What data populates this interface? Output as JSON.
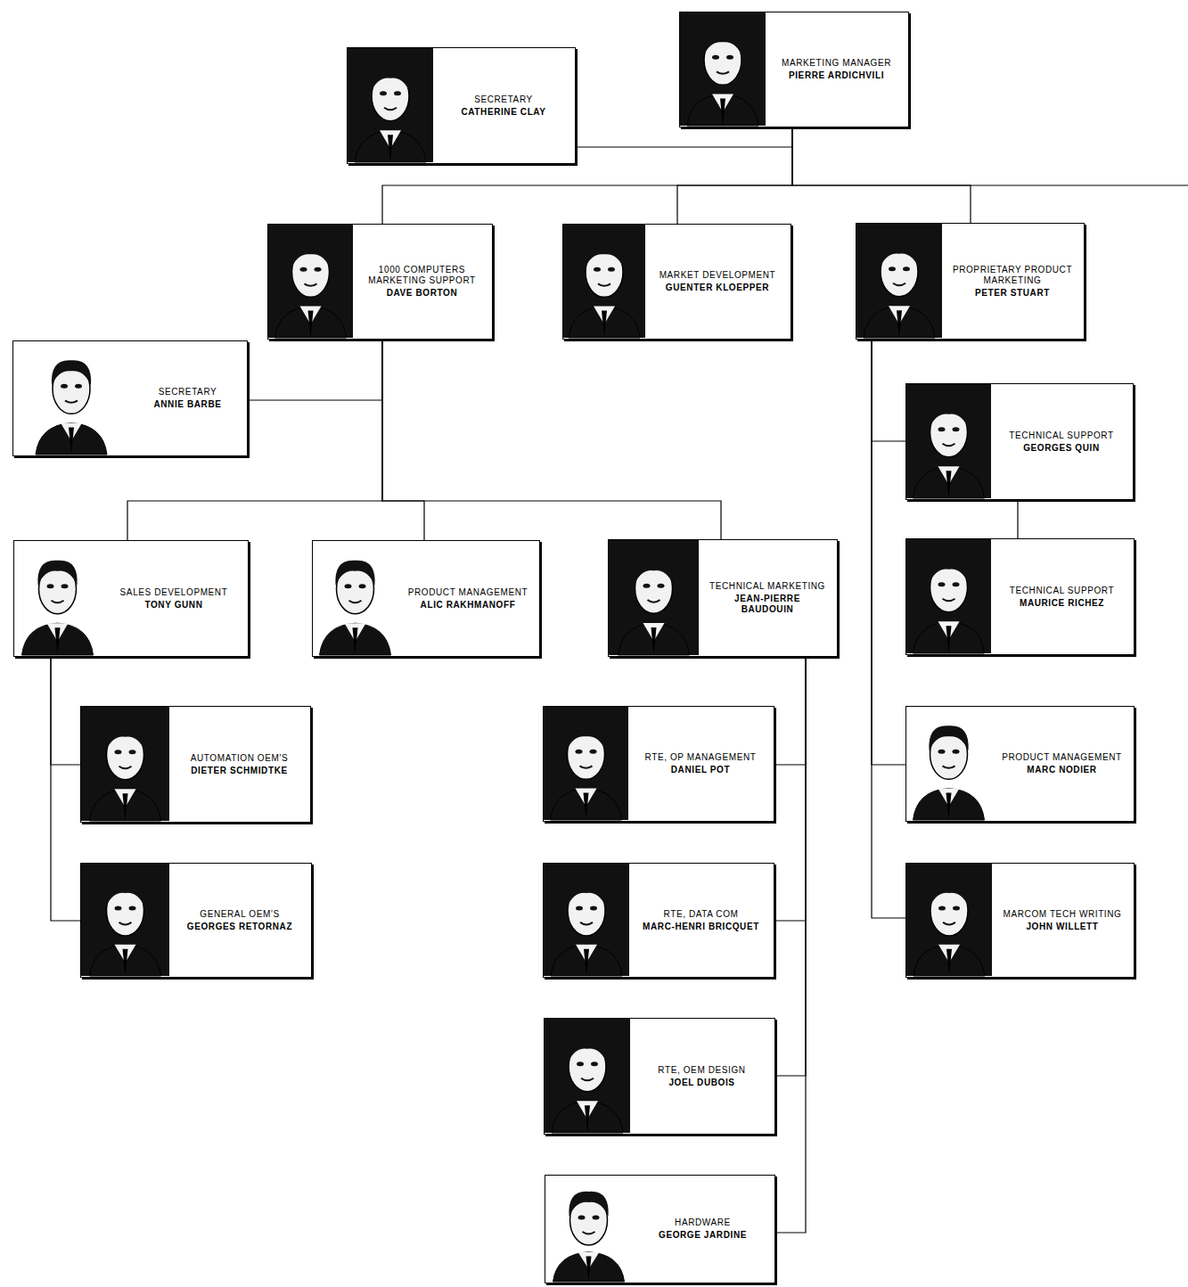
{
  "diagram": {
    "nodes": [
      {
        "text": [
          "MARKETING MANAGER",
          "PIERRE ARDICHVILI"
        ]
      },
      {
        "text": [
          "SECRETARY",
          "CATHERINE CLAY"
        ]
      },
      {
        "text": [
          "1000 COMPUTERS MARKETING SUPPORT",
          "DAVE BORTON"
        ]
      },
      {
        "text": [
          "MARKET DEVELOPMENT",
          "GUENTER KLOEPPER"
        ]
      },
      {
        "text": [
          "PROPRIETARY PRODUCT MARKETING",
          "PETER STUART"
        ]
      },
      {
        "text": [
          "SECRETARY",
          "ANNIE BARBE"
        ]
      },
      {
        "text": [
          "TECHNICAL SUPPORT",
          "GEORGES QUIN"
        ]
      },
      {
        "text": [
          "SALES DEVELOPMENT",
          "TONY GUNN"
        ]
      },
      {
        "text": [
          "PRODUCT MANAGEMENT",
          "ALIC RAKHMANOFF"
        ]
      },
      {
        "text": [
          "TECHNICAL MARKETING",
          "JEAN-PIERRE BAUDOUIN"
        ]
      },
      {
        "text": [
          "TECHNICAL SUPPORT",
          "MAURICE RICHEZ"
        ]
      },
      {
        "text": [
          "AUTOMATION OEM'S",
          "DIETER SCHMIDTKE"
        ]
      },
      {
        "text": [
          "RTE, OP MANAGEMENT",
          "DANIEL POT"
        ]
      },
      {
        "text": [
          "PRODUCT MANAGEMENT",
          "MARC NODIER"
        ]
      },
      {
        "text": [
          "GENERAL OEM'S",
          "GEORGES RETORNAZ"
        ]
      },
      {
        "text": [
          "RTE, DATA COM",
          "MARC-HENRI BRICQUET"
        ]
      },
      {
        "text": [
          "MARCOM TECH WRITING",
          "JOHN WILLETT"
        ]
      },
      {
        "text": [
          "RTE, OEM DESIGN",
          "JOEL DUBOIS"
        ]
      },
      {
        "text": [
          "HARDWARE",
          "GEORGE JARDINE"
        ]
      }
    ],
    "edges": [
      {
        "from": 0,
        "to": 1,
        "arrow": "none"
      },
      {
        "from": 0,
        "to": 2,
        "arrow": "none"
      },
      {
        "from": 0,
        "to": 3,
        "arrow": "none"
      },
      {
        "from": 0,
        "to": 4,
        "arrow": "none"
      },
      {
        "from": 2,
        "to": 5,
        "arrow": "none"
      },
      {
        "from": 2,
        "to": 7,
        "arrow": "none"
      },
      {
        "from": 2,
        "to": 8,
        "arrow": "none"
      },
      {
        "from": 2,
        "to": 9,
        "arrow": "none"
      },
      {
        "from": 4,
        "to": 6,
        "arrow": "none"
      },
      {
        "from": 4,
        "to": 13,
        "arrow": "none"
      },
      {
        "from": 4,
        "to": 16,
        "arrow": "none"
      },
      {
        "from": 6,
        "to": 10,
        "arrow": "none"
      },
      {
        "from": 7,
        "to": 11,
        "arrow": "none"
      },
      {
        "from": 7,
        "to": 14,
        "arrow": "none"
      },
      {
        "from": 9,
        "to": 12,
        "arrow": "none"
      },
      {
        "from": 9,
        "to": 15,
        "arrow": "none"
      },
      {
        "from": 9,
        "to": 17,
        "arrow": "none"
      },
      {
        "from": 9,
        "to": 18,
        "arrow": "none"
      }
    ]
  }
}
